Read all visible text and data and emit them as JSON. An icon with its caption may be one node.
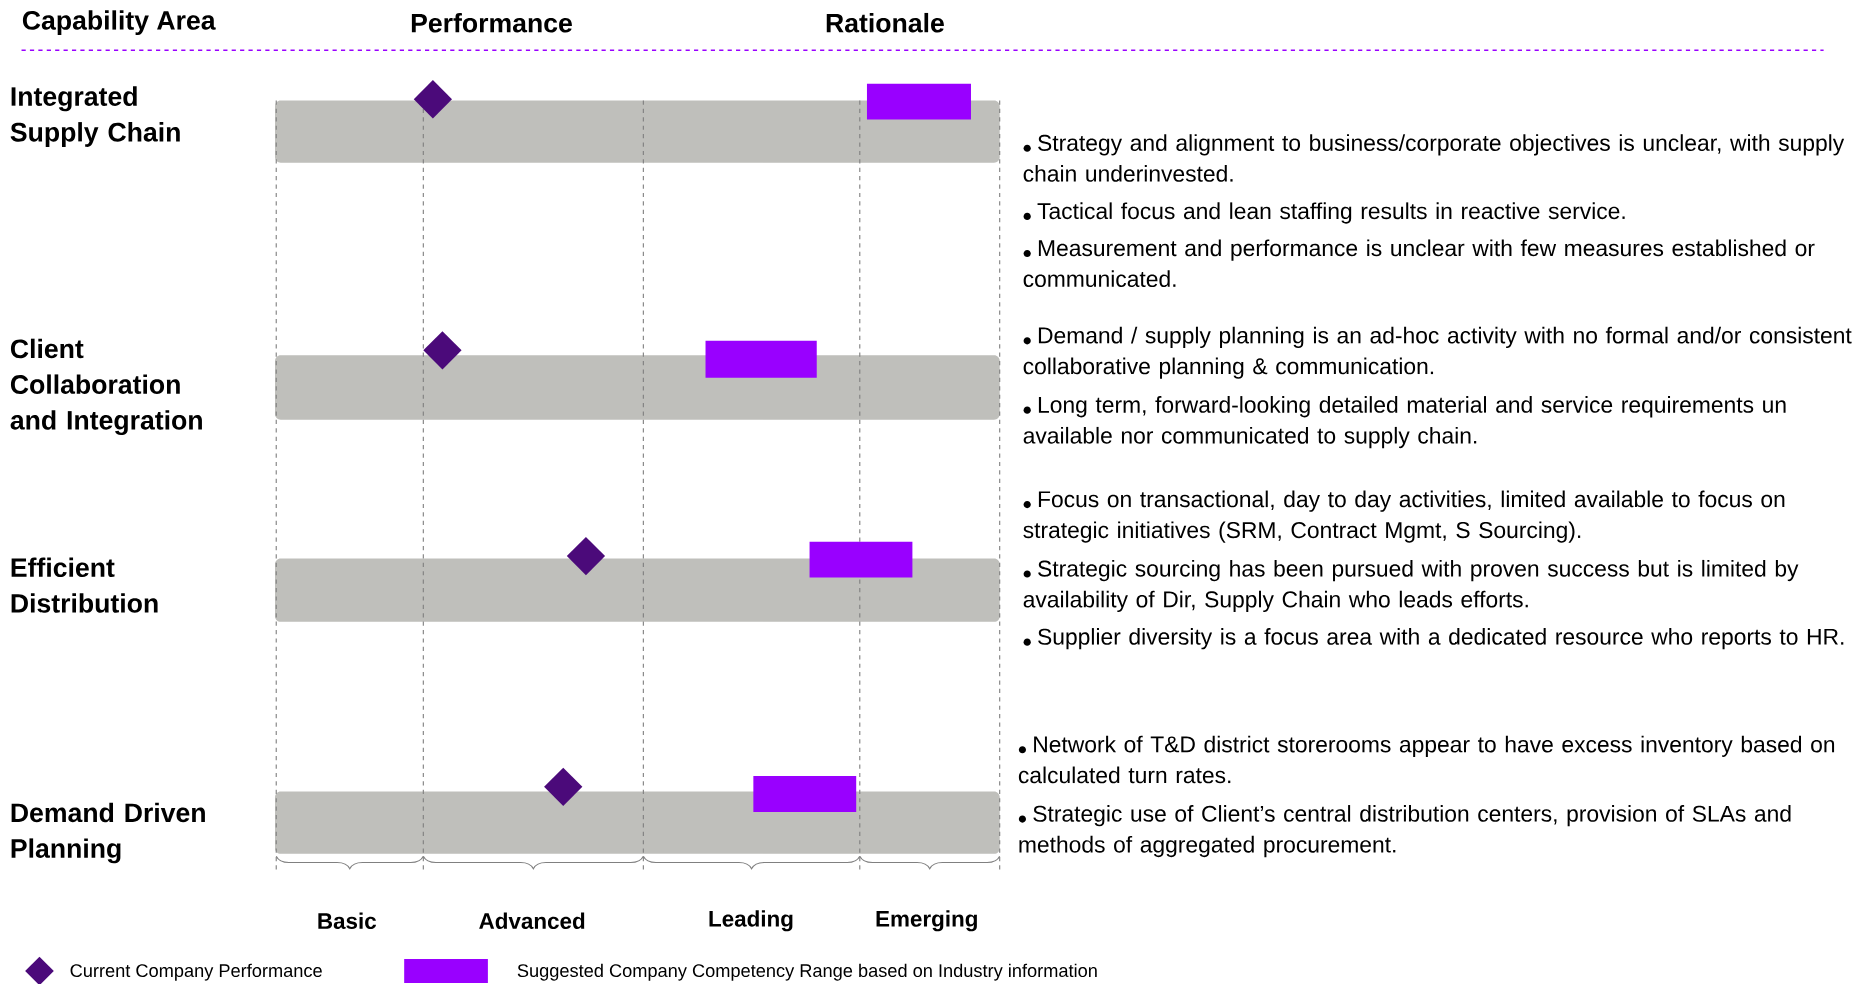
{
  "diagram": {
    "nodes": [
      {
        "text": [],
        "shape": "bar"
      },
      {
        "text": [],
        "shape": "bar"
      },
      {
        "text": [],
        "shape": "bar"
      },
      {
        "text": [],
        "shape": "bar"
      },
      {
        "text": [],
        "shape": "box"
      },
      {
        "text": [],
        "shape": "box"
      },
      {
        "text": [],
        "shape": "box"
      },
      {
        "text": [],
        "shape": "box"
      }
    ],
    "edges": [],
    "labels": [
      "Capability Area",
      "Performance",
      "Rationale",
      "Integrated Supply Chain",
      "Strategy and alignment to business/corporate objectives is unclear, with supply chain underinvested.",
      "Tactical focus and lean staffing results in reactive service.",
      "Measurement and performance is unclear with few measures established or communicated.",
      "Client Collaboration and Integration",
      "Demand / supply planning is an ad-hoc activity with no formal and/or consistent collaborative planning & communication.",
      "Long term, forward-looking detailed material and service requirements un available nor communicated to supply chain.",
      "Efficient Distribution",
      "Focus on transactional, day to day activities, limited available to focus on strategic initiatives (SRM, Contract Mgmt, S Sourcing).",
      "Strategic sourcing has been pursued with proven success but is limited by availability of Dir, Supply Chain who leads efforts.",
      "Supplier diversity is a focus area with a dedicated resource who reports to HR.",
      "Demand Driven Planning",
      "Network of T&D district storerooms appear to have excess inventory based on calculated turn rates.",
      "Strategic use of Client’s central distribution centers, provision of SLAs and methods of aggregated procurement.",
      "Basic",
      "Advanced",
      "Leading",
      "Emerging"
    ],
    "legend": [
      {
        "text": "Current Company Performance"
      },
      {
        "text": "Suggested Company Competency Range based on Industry information",
        "color": "#9900ff"
      }
    ]
  }
}
